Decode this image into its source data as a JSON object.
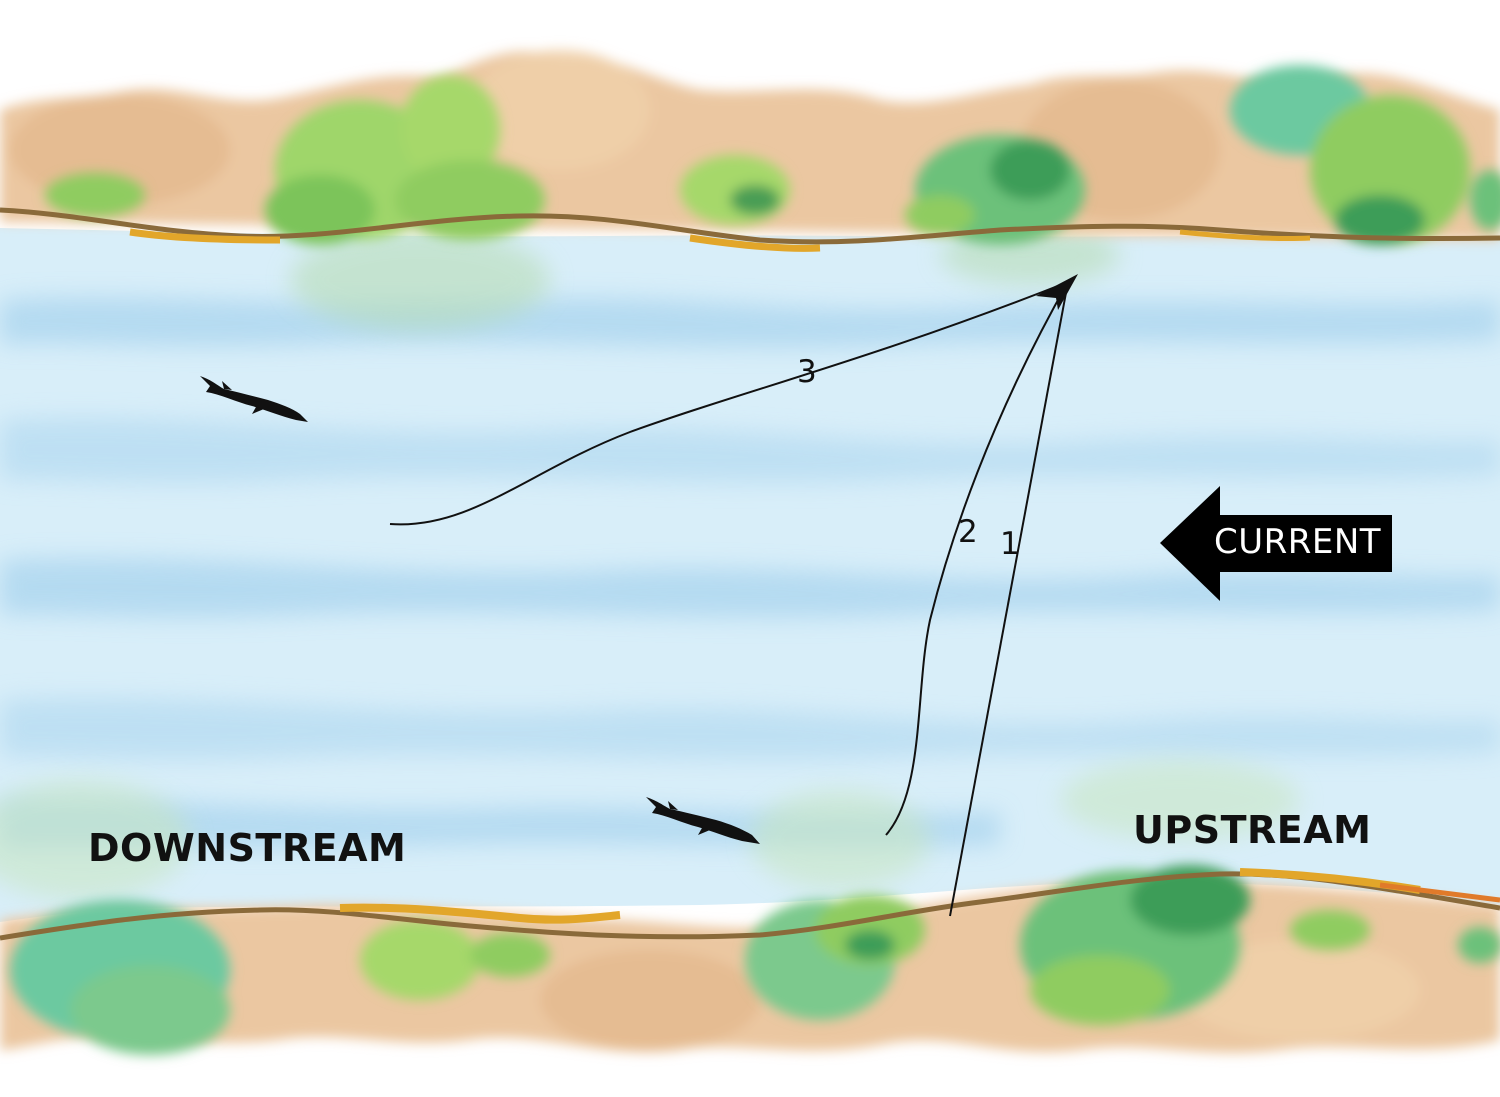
{
  "labels": {
    "downstream": "DOWNSTREAM",
    "upstream": "UPSTREAM",
    "current": "CURRENT"
  },
  "cast_paths": [
    {
      "number": "1"
    },
    {
      "number": "2"
    },
    {
      "number": "3"
    }
  ],
  "colors": {
    "water": "#cfe8f6",
    "water_streak": "#a9d4ee",
    "bank_sand": "#e9c39c",
    "foliage_light": "#a6d86a",
    "foliage_mid": "#6cc17a",
    "foliage_dark": "#3e9d58",
    "shore_line": "#8a6a3a",
    "shore_gold": "#e2a62a",
    "ink": "#111111"
  },
  "icons": [
    "fish-silhouette-icon",
    "current-arrow-icon",
    "arrow-head-icon"
  ]
}
